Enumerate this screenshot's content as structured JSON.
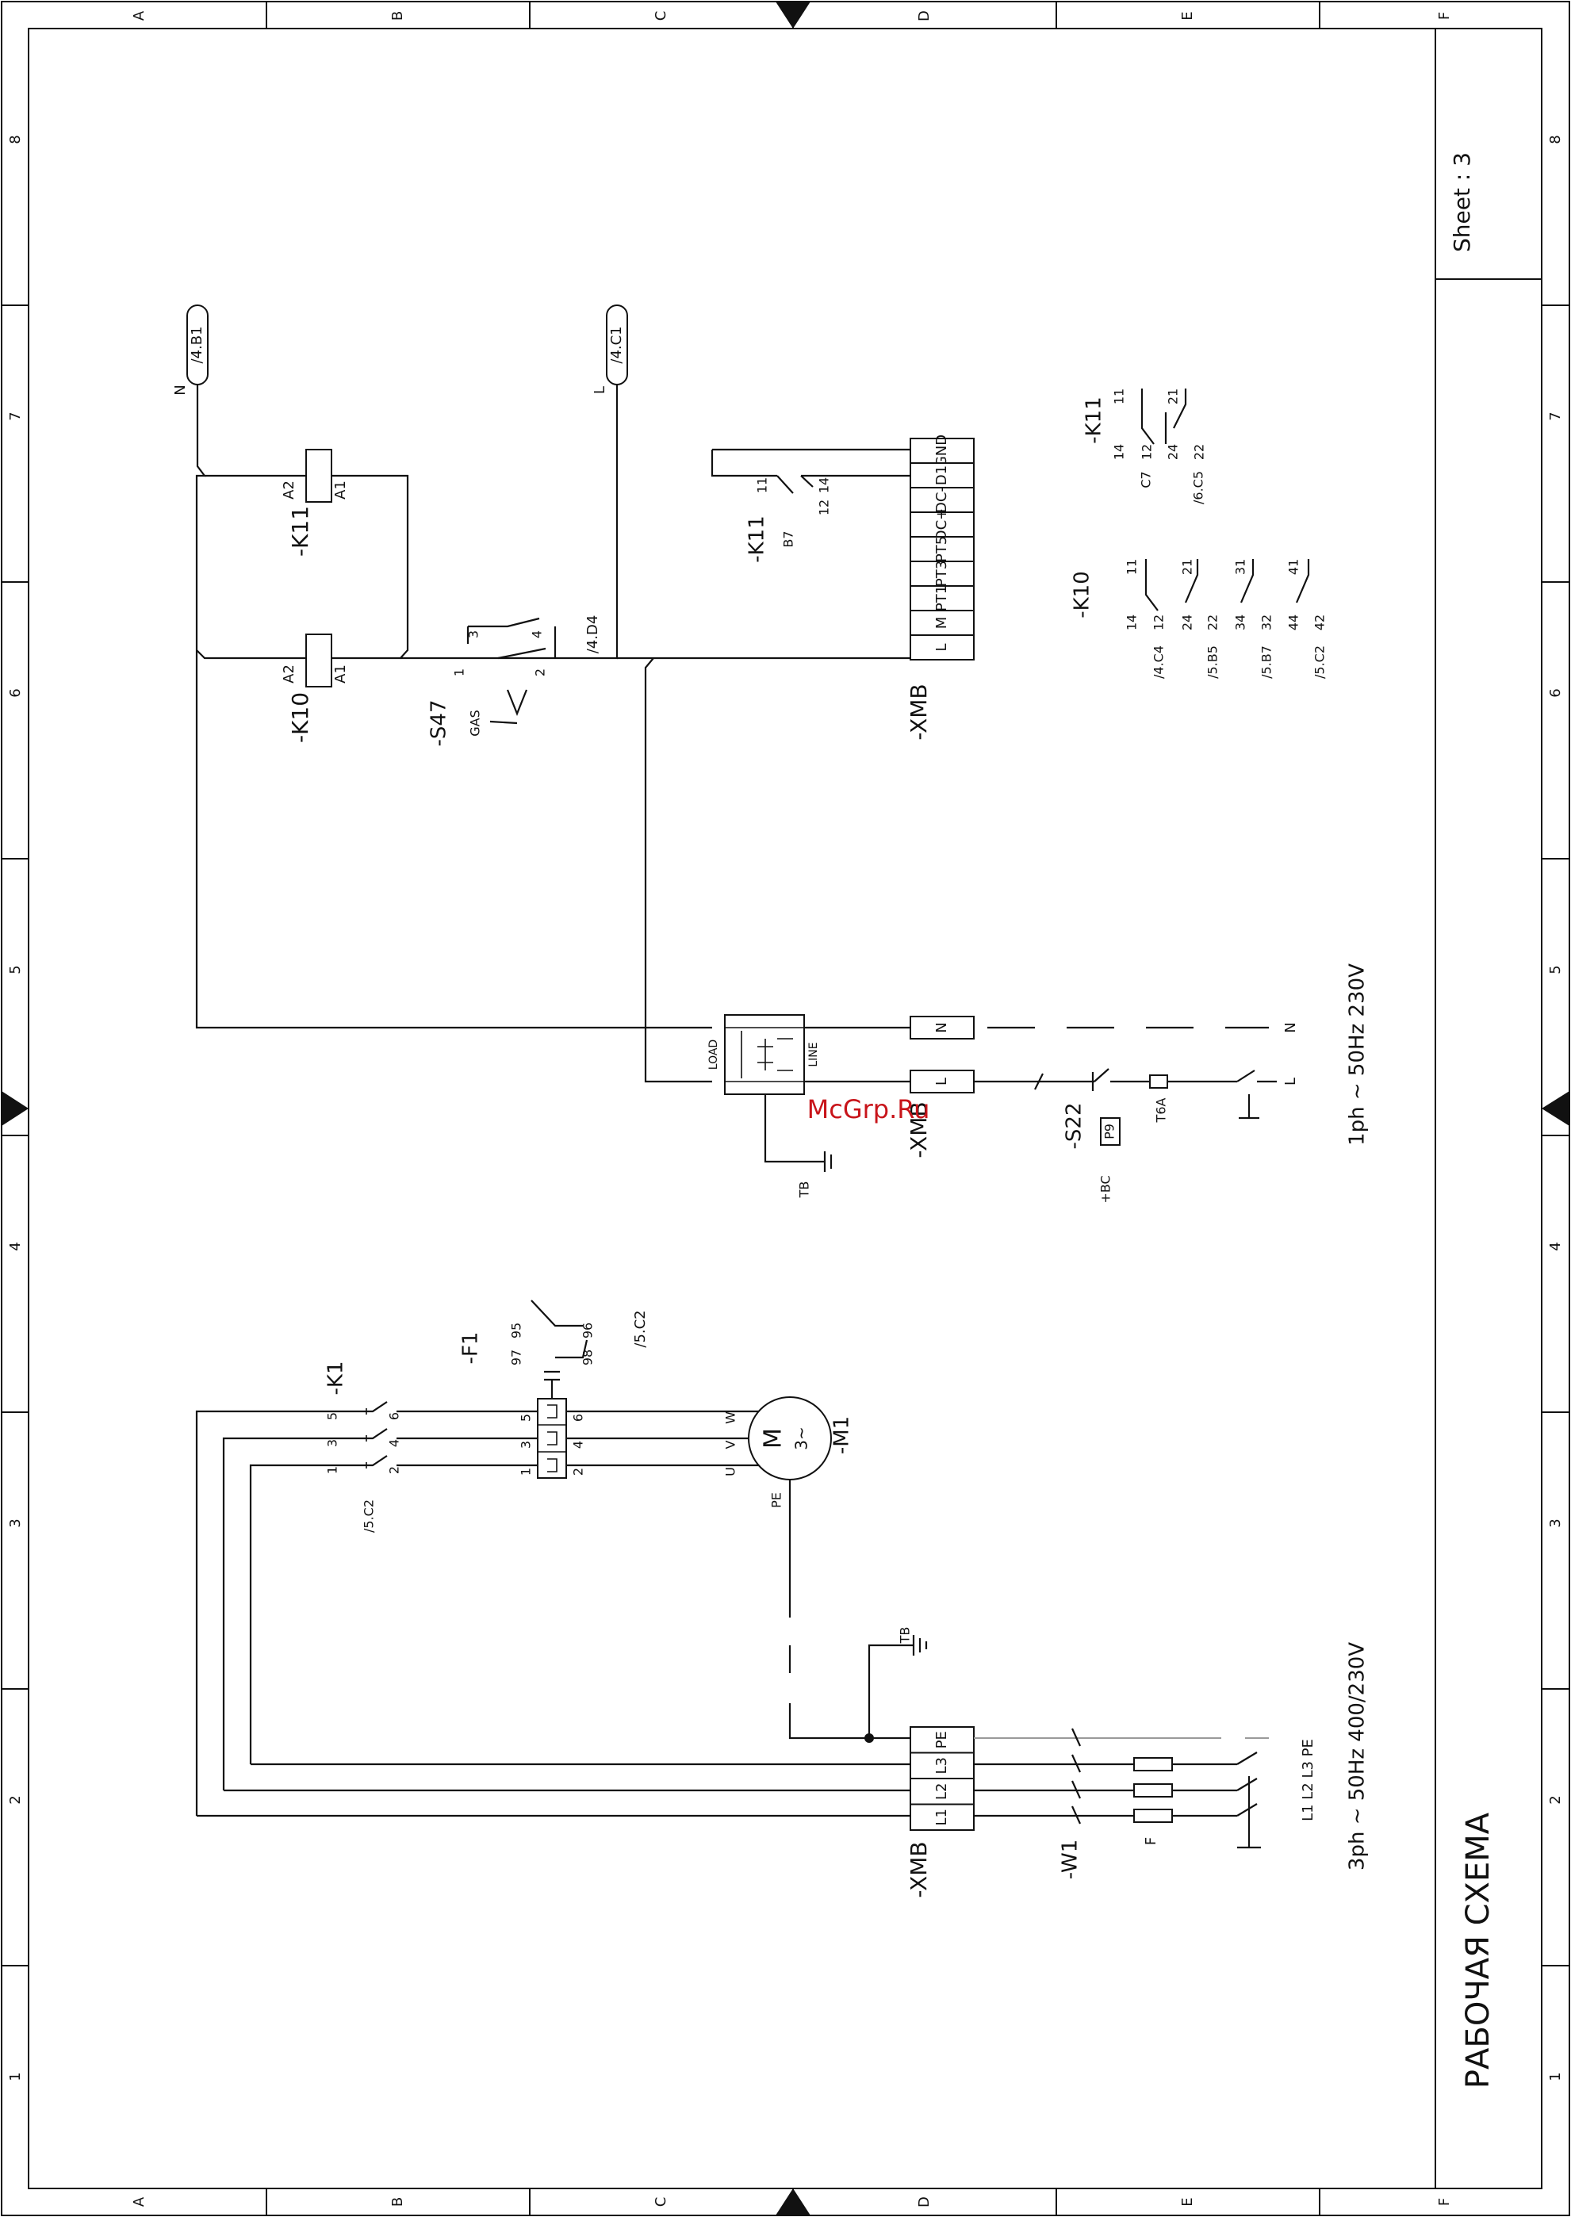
{
  "sheet": {
    "label": "Sheet  :  3",
    "title": "РАБОЧАЯ СХЕМА",
    "col_letters": [
      "A",
      "B",
      "C",
      "D",
      "E",
      "F"
    ],
    "row_numbers": [
      "8",
      "7",
      "6",
      "5",
      "4",
      "3",
      "2",
      "1"
    ]
  },
  "watermark": "McGrp.Ru",
  "supply": {
    "single_phase_label": "1ph ~ 50Hz 230V",
    "three_phase_label": "3ph ~ 50Hz 400/230V",
    "phase_label": "L1 L2 L3 PE"
  },
  "references": {
    "n_ref": "/4.B1",
    "l_ref": "/4.C1",
    "n_letter": "N",
    "l_letter": "L"
  },
  "components": {
    "k11": "-K11",
    "k10": "-K10",
    "s47": "-S47",
    "s47_text": "GAS",
    "s47_ref": "/4.D4",
    "xmb": "-XMB",
    "k1": "-K1",
    "k1_ref": "/5.C2",
    "f1": "-F1",
    "f1_ref": "/5.C2",
    "m1": "-M1",
    "m1_symbol": "M",
    "m1_sub": "3~",
    "s22": "-S22",
    "s22_sub": "+BC",
    "s22_box": "P9",
    "fuse_t6a": "T6A",
    "w1": "-W1",
    "fuse_f": "F",
    "tb": "TB",
    "filter_load": "LOAD",
    "filter_line": "LINE"
  },
  "terminals_control": [
    "GND",
    "D1",
    "DC-",
    "DC+",
    "PT5",
    "PT3",
    "PT1",
    "M",
    "L"
  ],
  "terminals_power": [
    "PE",
    "L3",
    "L2",
    "L1"
  ],
  "terminals_single": [
    "N",
    "L"
  ],
  "contacts_k11": {
    "pairs": [
      "14",
      "11",
      "12",
      "24",
      "21",
      "22"
    ],
    "refs": [
      "C7",
      "/6.C5"
    ]
  },
  "contacts_k10": {
    "pairs": [
      "14",
      "11",
      "12",
      "24",
      "21",
      "22",
      "34",
      "31",
      "32",
      "44",
      "41",
      "42"
    ],
    "refs": [
      "/4.C4",
      "/5.B5",
      "/5.B7",
      "/5.C2"
    ]
  },
  "k11_aux": {
    "a": "11",
    "b": "14",
    "c": "12",
    "ref": "B7"
  },
  "coil_terms": {
    "a1": "A1",
    "a2": "A2"
  },
  "motor_terms": [
    "U",
    "V",
    "W",
    "PE"
  ],
  "k1_terms": [
    "1",
    "3",
    "5",
    "2",
    "4",
    "6"
  ],
  "f1_terms": [
    "1",
    "3",
    "5",
    "2",
    "4",
    "6",
    "97",
    "95",
    "98",
    "96"
  ],
  "s47_terms": [
    "1",
    "2",
    "3",
    "4"
  ]
}
